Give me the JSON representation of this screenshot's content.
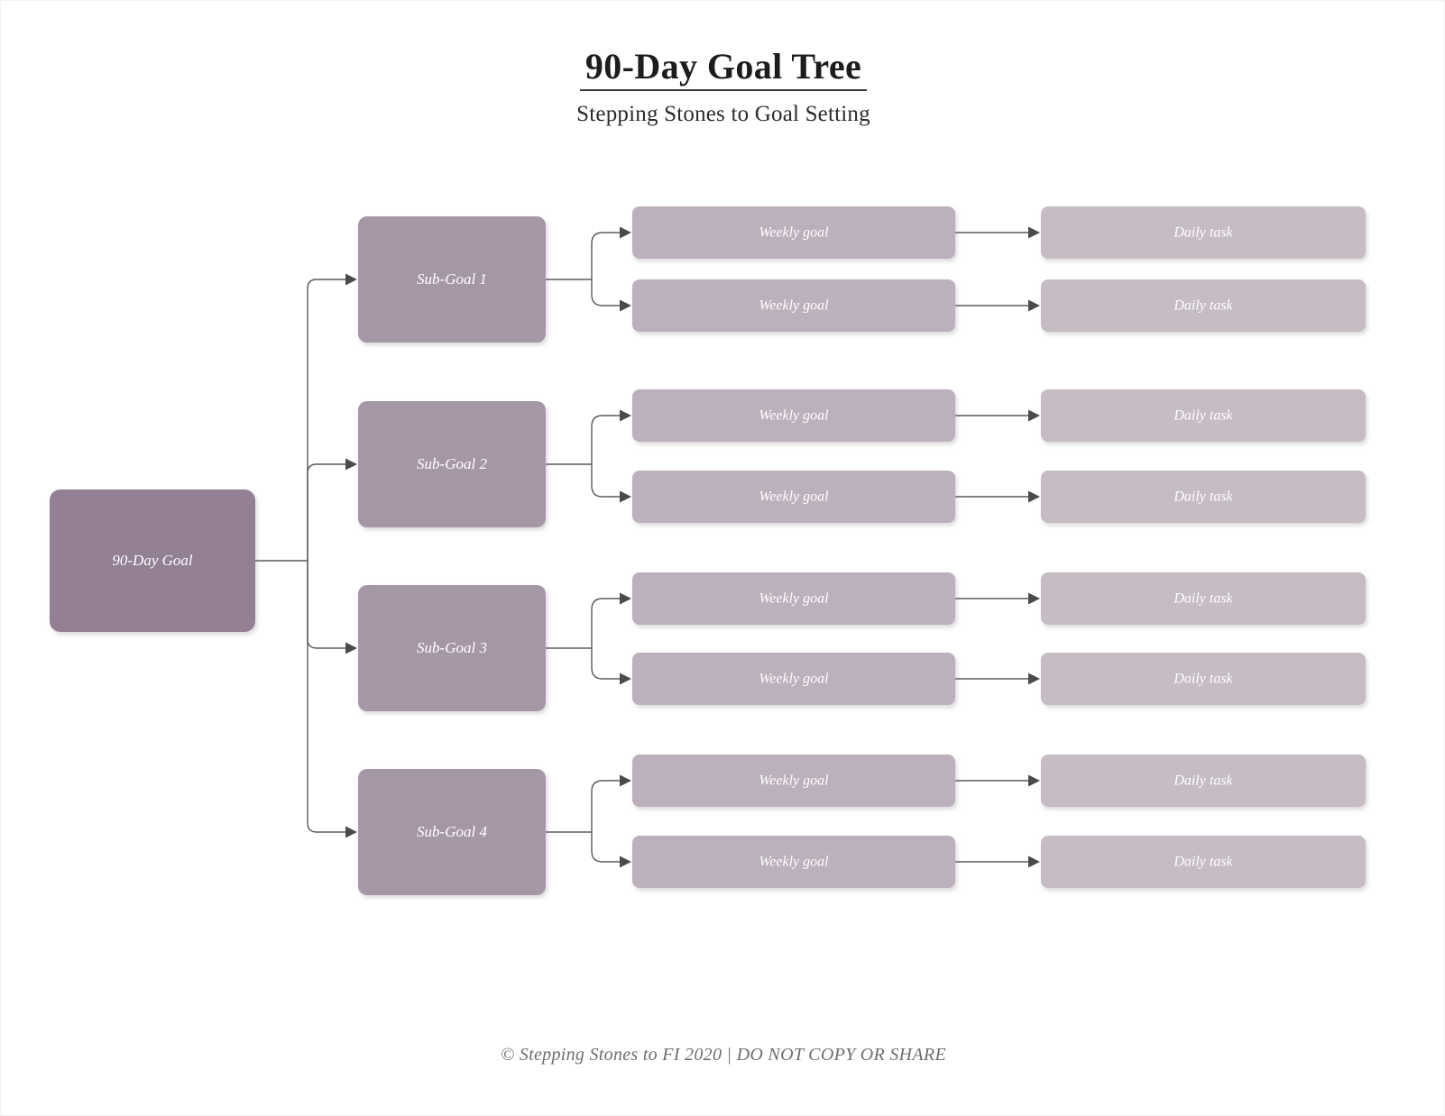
{
  "header": {
    "title": "90-Day Goal Tree",
    "subtitle": "Stepping Stones to Goal Setting"
  },
  "footer": {
    "text": "© Stepping Stones to FI 2020 | DO NOT COPY OR SHARE"
  },
  "colors": {
    "page_background": "#ffffff",
    "root_node": "#938095",
    "sub_goal_node": "#a697a7",
    "weekly_node": "#bcb0bc",
    "daily_node": "#c6bcc4",
    "connector": "#5a5a5a",
    "node_label": "#ffffff",
    "title": "#1d1d1d",
    "footer": "#6d6d6d"
  },
  "diagram": {
    "type": "tree",
    "levels": [
      "Goal",
      "Sub-Goal",
      "Weekly goal",
      "Daily task"
    ],
    "root": {
      "label": "90-Day Goal"
    },
    "branches": [
      {
        "sub_goal": "Sub-Goal 1",
        "weekly_goals": [
          {
            "label": "Weekly goal",
            "daily_task": "Daily task"
          },
          {
            "label": "Weekly goal",
            "daily_task": "Daily task"
          }
        ]
      },
      {
        "sub_goal": "Sub-Goal 2",
        "weekly_goals": [
          {
            "label": "Weekly goal",
            "daily_task": "Daily task"
          },
          {
            "label": "Weekly goal",
            "daily_task": "Daily task"
          }
        ]
      },
      {
        "sub_goal": "Sub-Goal 3",
        "weekly_goals": [
          {
            "label": "Weekly goal",
            "daily_task": "Daily task"
          },
          {
            "label": "Weekly goal",
            "daily_task": "Daily task"
          }
        ]
      },
      {
        "sub_goal": "Sub-Goal 4",
        "weekly_goals": [
          {
            "label": "Weekly goal",
            "daily_task": "Daily task"
          },
          {
            "label": "Weekly goal",
            "daily_task": "Daily task"
          }
        ]
      }
    ]
  }
}
